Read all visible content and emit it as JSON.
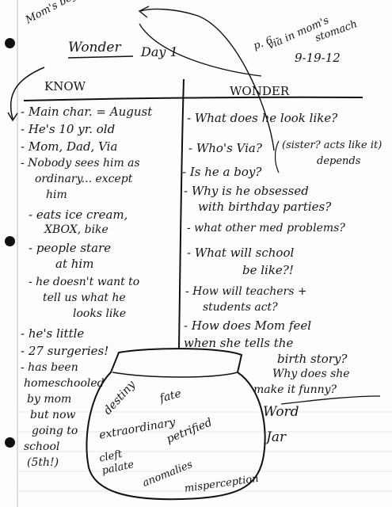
{
  "header": {
    "side_note": "Mom's boy stuff...!",
    "title": "Wonder",
    "day": "Day 1",
    "page_note_1": "p. 6 -",
    "page_note_2": "via in mom's",
    "page_note_3": "stomach",
    "date": "9-19-12"
  },
  "know": {
    "heading": "KNOW",
    "lines": [
      "- Main char. = August",
      "- He's 10 yr. old",
      "- Mom, Dad, Via",
      "- Nobody sees him as",
      "ordinary... except",
      "him",
      "- eats ice cream,",
      "XBOX, bike",
      "- people stare",
      "at him",
      "- he doesn't want to",
      "tell us what he",
      "looks like",
      "- he's little",
      "- 27 surgeries!",
      "- has been",
      "homeschooled",
      "by mom",
      "but now",
      "going to",
      "school",
      "(5th!)"
    ]
  },
  "wonder": {
    "heading": "WONDER",
    "lines": [
      "- What does he look like?",
      "- Who's Via?",
      "(sister? acts like it)",
      "depends",
      "- Is he a boy?",
      "- Why is he obsessed",
      "with birthday parties?",
      "- what other med problems?",
      "- What will school",
      "be like?!",
      "- How will teachers +",
      "students act?",
      "- How does Mom feel",
      "when she tells the",
      "birth story?",
      "Why does she",
      "make it funny?"
    ]
  },
  "jar": {
    "label_1": "Word",
    "label_2": "Jar",
    "words": [
      "destiny",
      "fate",
      "extraordinary",
      "petrified",
      "cleft palate",
      "anomalies",
      "misperception"
    ]
  }
}
